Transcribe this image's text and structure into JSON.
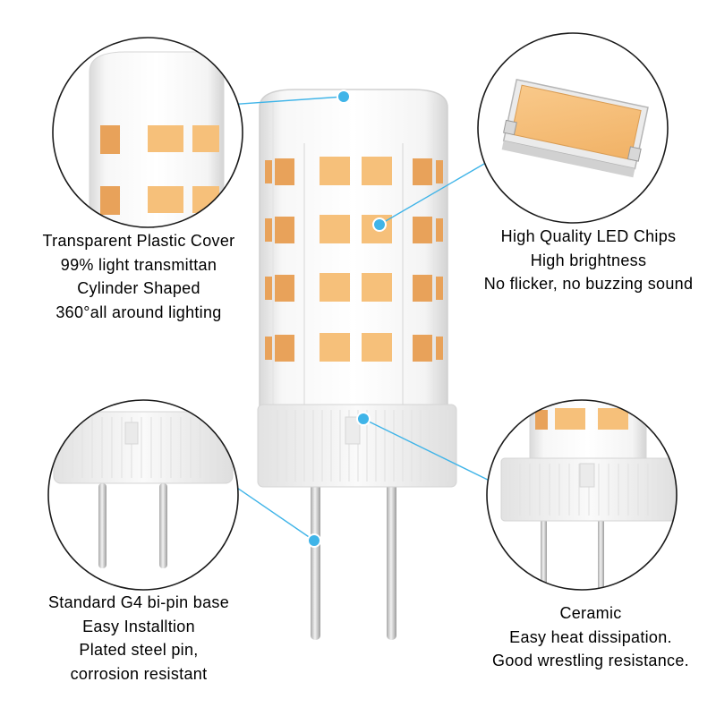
{
  "colors": {
    "callout_line": "#3fb4e8",
    "led_chip": "#f6c07a",
    "led_chip_dark": "#e8a25a",
    "ceramic": "#f2f2f2"
  },
  "callouts": {
    "cover": {
      "lines": [
        "Transparent Plastic Cover",
        "99% light transmittan",
        "Cylinder Shaped",
        "360°all around lighting"
      ]
    },
    "led": {
      "lines": [
        "High Quality LED Chips",
        "High brightness",
        "No flicker, no buzzing sound"
      ]
    },
    "base": {
      "lines": [
        "Standard G4 bi-pin base",
        "Easy Installtion",
        "Plated steel pin,",
        "corrosion resistant"
      ]
    },
    "ceramic": {
      "lines": [
        "Ceramic",
        "Easy heat dissipation.",
        "Good wrestling resistance."
      ]
    }
  }
}
